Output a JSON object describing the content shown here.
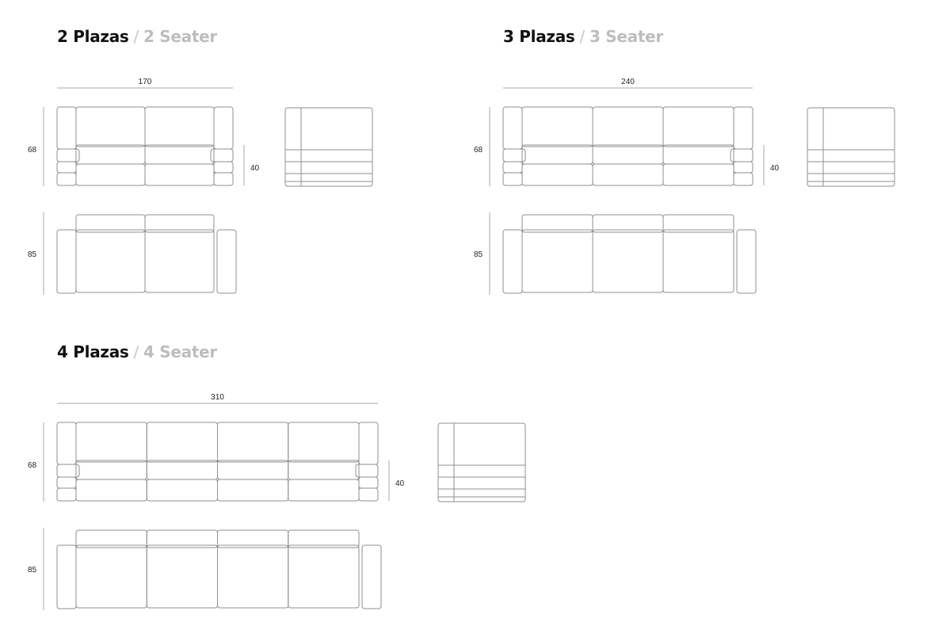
{
  "sections": [
    {
      "title_es": "2 Plazas",
      "separator": "/",
      "title_en": "2 Seater",
      "seats": 2,
      "width": "170",
      "height": "68",
      "seat_height": "40",
      "depth": "85"
    },
    {
      "title_es": "3 Plazas",
      "separator": "/",
      "title_en": "3 Seater",
      "seats": 3,
      "width": "240",
      "height": "68",
      "seat_height": "40",
      "depth": "85"
    },
    {
      "title_es": "4 Plazas",
      "separator": "/",
      "title_en": "4 Seater",
      "seats": 4,
      "width": "310",
      "height": "68",
      "seat_height": "40",
      "depth": "85"
    }
  ],
  "colors": {
    "line": "#8f8f8f",
    "dimension": "#aaaaaa",
    "title": "#111111",
    "subtitle": "#bdbdbd"
  }
}
